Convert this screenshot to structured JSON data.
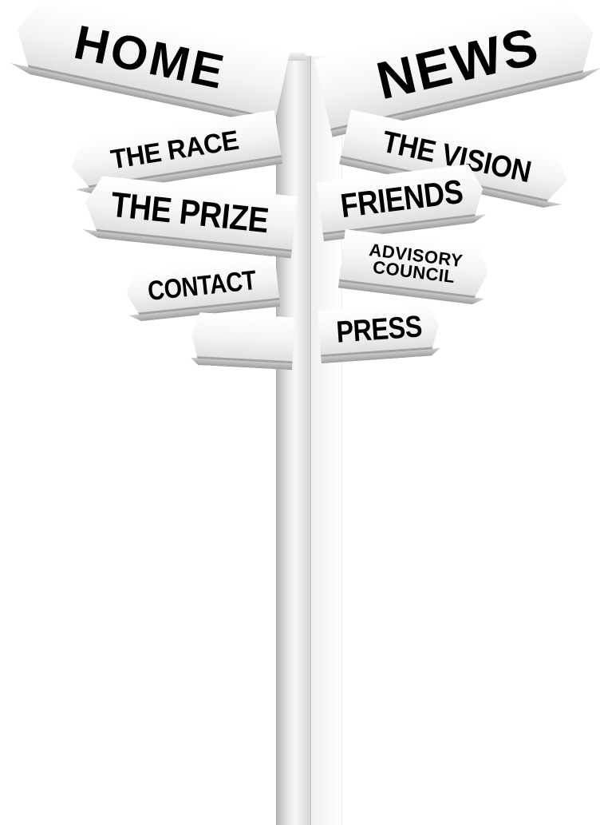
{
  "signpost": {
    "signs": [
      {
        "id": "home",
        "label": "HOME"
      },
      {
        "id": "news",
        "label": "NEWS"
      },
      {
        "id": "race",
        "label": "THE RACE"
      },
      {
        "id": "vision",
        "label": "THE VISION"
      },
      {
        "id": "prize",
        "label": "THE PRIZE"
      },
      {
        "id": "friends",
        "label": "FRIENDS"
      },
      {
        "id": "advisory",
        "label_line1": "ADVISORY",
        "label_line2": "COUNCIL"
      },
      {
        "id": "contact",
        "label": "CONTACT"
      },
      {
        "id": "blank",
        "label": ""
      },
      {
        "id": "press",
        "label": "PRESS"
      }
    ]
  },
  "colors": {
    "background": "#ffffff",
    "sign_face": "#f4f4f4",
    "text": "#000000",
    "post": "#d4d4d4"
  }
}
